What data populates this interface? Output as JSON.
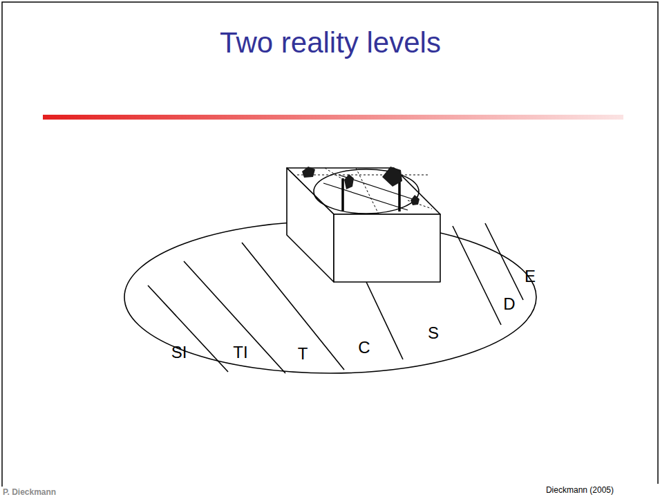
{
  "diagram": {
    "title": "Two reality levels",
    "labels": [
      "SI",
      "TI",
      "T",
      "C",
      "S",
      "D",
      "E",
      "Dieckmann (2005)",
      "P. Dieckmann"
    ]
  }
}
